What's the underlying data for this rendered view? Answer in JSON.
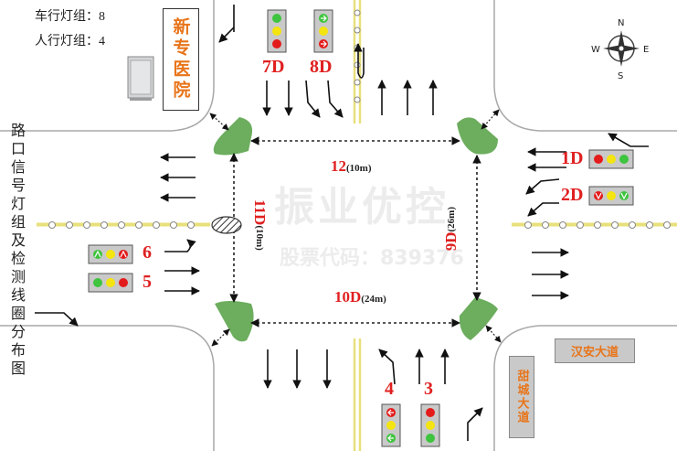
{
  "counts": {
    "vehicle_label": "车行灯组：",
    "vehicle_value": "8",
    "ped_label": "人行灯组：",
    "ped_value": "4"
  },
  "hospital": "新专医院",
  "roads": {
    "east": "汉安大道",
    "south": "甜城大道"
  },
  "compass": {
    "n": "N",
    "s": "S",
    "e": "E",
    "w": "W"
  },
  "title_vertical": "路口信号灯组及检测线圈分布图",
  "signal_labels": {
    "d7": "7D",
    "d8": "8D",
    "d1": "1D",
    "d2": "2D",
    "g6": "6",
    "g5": "5",
    "g4": "4",
    "g3": "3"
  },
  "distances": {
    "top": {
      "label": "12",
      "unit": "(10m)"
    },
    "bottom": {
      "label": "10D",
      "unit": "(24m)"
    },
    "left": {
      "label": "11D",
      "unit": "(10m)"
    },
    "right": {
      "label": "9D",
      "unit": "(26m)"
    }
  },
  "watermark": {
    "name": "振业优控",
    "stock": "股票代码：839376"
  },
  "colors": {
    "road_line": "#a8a8a8",
    "center_yellow": "#e8e07a",
    "island": "#6cad5e",
    "label_red": "#e02020",
    "brand_orange": "#e8751a",
    "signal_red": "#e31b1b",
    "signal_yellow": "#f4e410",
    "signal_green": "#3ec43e"
  }
}
